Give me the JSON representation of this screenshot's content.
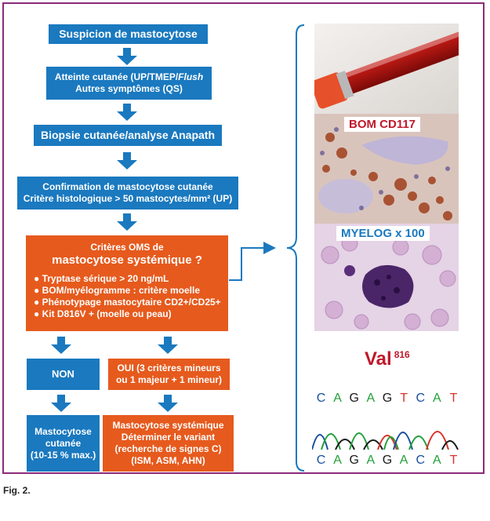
{
  "colors": {
    "frame": "#8b2a7a",
    "blue_box": "#1a79bf",
    "orange_box": "#e65a1d",
    "val_red": "#c0182b",
    "seq_A": "#22a03a",
    "seq_C": "#1a4fa0",
    "seq_G": "#1a1a1a",
    "seq_T": "#d9342b"
  },
  "flow": {
    "b1": "Suspicion de mastocytose",
    "b2_l1": "Atteinte cutanée (UP/TMEP/",
    "b2_l1_italic": "Flush",
    "b2_l2": "Autres symptômes (QS)",
    "b3": "Biopsie cutanée/analyse Anapath",
    "b4_l1": "Confirmation de mastocytose cutanée",
    "b4_l2": "Critère histologique > 50 mastocytes/mm² (UP)",
    "oms_l1": "Critères OMS de",
    "oms_l2": "mastocytose systémique ?",
    "oms_items": [
      "Tryptase sérique > 20 ng/mL",
      "BOM/myélogramme : critère moelle",
      "Phénotypage mastocytaire CD2+/CD25+",
      "Kit D816V + (moelle ou peau)"
    ],
    "non": "NON",
    "oui_l1": "OUI (3 critères mineurs",
    "oui_l2": "ou 1 majeur + 1 mineur)",
    "mc_l1": "Mastocytose",
    "mc_l2": "cutanée",
    "mc_l3": "(10-15 % max.)",
    "ms_l1": "Mastocytose systémique",
    "ms_l2": "Déterminer le variant",
    "ms_l3": "(recherche de signes C)",
    "ms_l4": "(ISM, ASM, AHN)"
  },
  "images": {
    "bom_label": "BOM CD117",
    "myelog_label": "MYELOG x 100",
    "val_text": "Val",
    "val_sup": "816"
  },
  "sequence": {
    "top": [
      "C",
      "A",
      "G",
      "A",
      "G",
      "T",
      "C",
      "A",
      "T"
    ],
    "bottom": [
      "C",
      "A",
      "G",
      "A",
      "G",
      "A",
      "C",
      "A",
      "T"
    ]
  },
  "caption": "Fig. 2."
}
